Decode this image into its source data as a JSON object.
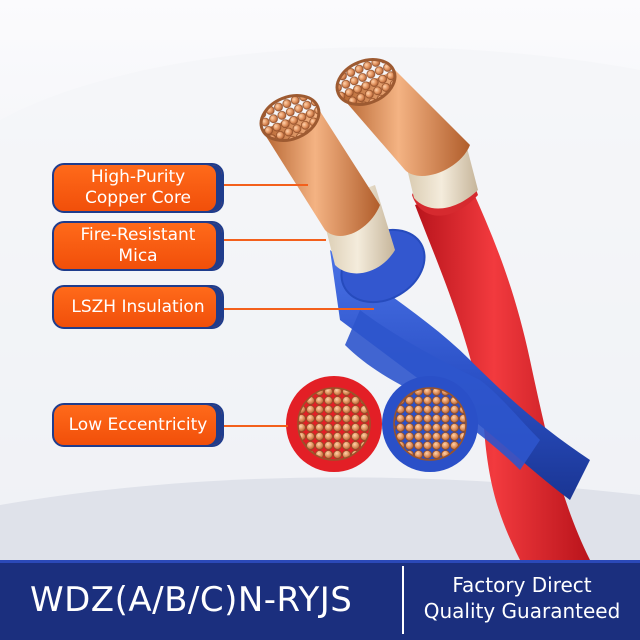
{
  "labels": {
    "copper_core": [
      "High-Purity",
      "Copper Core"
    ],
    "mica": [
      "Fire-Resistant",
      "Mica"
    ],
    "insulation": "LSZH Insulation",
    "eccentricity": "Low Eccentricity"
  },
  "footer": {
    "model": "WDZ(A/B/C)N-RYJS",
    "slogan": [
      "Factory Direct",
      "Quality Guaranteed"
    ]
  },
  "colors": {
    "label_fill": "#f14f0a",
    "label_border": "#1f3c8c",
    "footer_bg": "#1b2f7e",
    "red_wire": "#e5242b",
    "blue_wire": "#2a4fc4",
    "copper": "#d98a5c"
  },
  "icons": [
    "copper-strand-icon",
    "cross-section-red-icon",
    "cross-section-blue-icon"
  ]
}
